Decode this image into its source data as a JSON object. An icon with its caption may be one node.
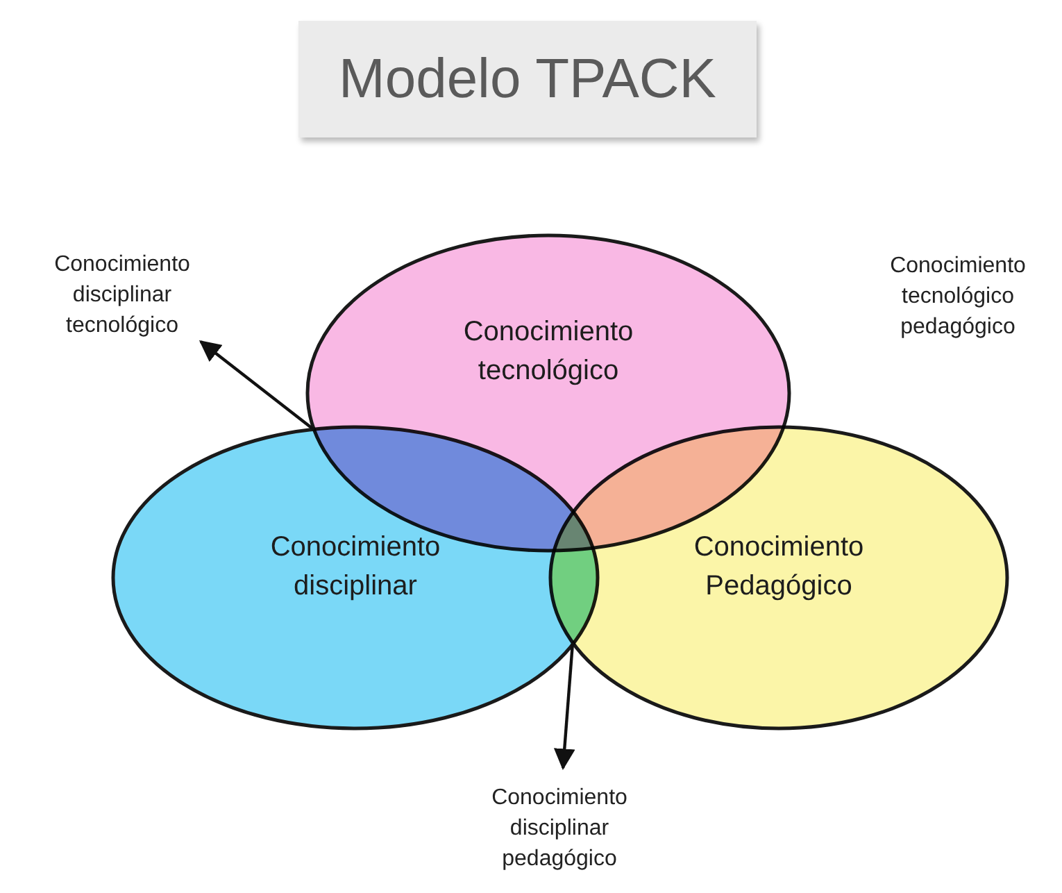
{
  "diagram": {
    "title": "Modelo TPACK",
    "nodes": [
      {
        "text": [
          "Conocimiento disciplinar tecnológico"
        ]
      },
      {
        "text": [
          "Conocimiento tecnológico"
        ]
      },
      {
        "text": [
          "Conocimiento disciplinar"
        ]
      },
      {
        "text": [
          "Conocimiento Pedagógico"
        ]
      },
      {
        "text": [
          "Conocimiento disciplinar pedagógico"
        ]
      },
      {
        "text": [],
        "shape": "lens"
      },
      {
        "text": [],
        "shape": "lens"
      }
    ],
    "edges": [
      {
        "from": 5,
        "to": 0,
        "arrow": "to"
      },
      {
        "from": 6,
        "to": 4,
        "arrow": "to"
      }
    ],
    "labels": [
      "Conocimiento tecnológico pedagógico"
    ]
  }
}
